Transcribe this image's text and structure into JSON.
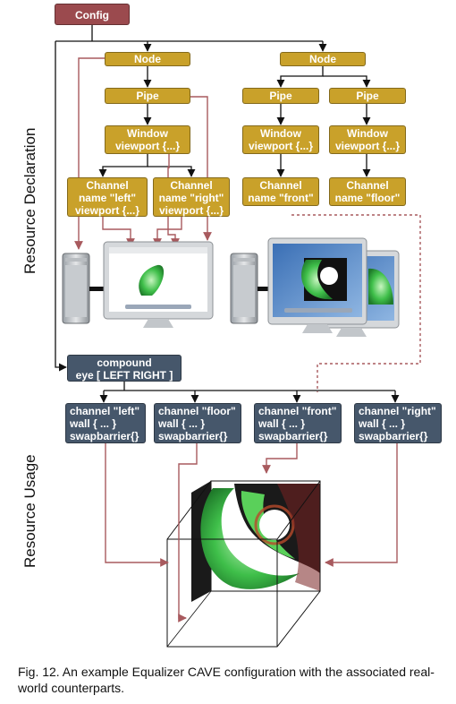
{
  "config": {
    "label": "Config"
  },
  "sections": {
    "declaration": "Resource Declaration",
    "usage": "Resource Usage"
  },
  "nodes": [
    {
      "label": "Node"
    },
    {
      "label": "Node"
    }
  ],
  "pipes": [
    {
      "label": "Pipe"
    },
    {
      "label": "Pipe"
    },
    {
      "label": "Pipe"
    }
  ],
  "windows": [
    {
      "line1": "Window",
      "line2": "viewport {...}"
    },
    {
      "line1": "Window",
      "line2": "viewport {...}"
    },
    {
      "line1": "Window",
      "line2": "viewport {...}"
    }
  ],
  "channels": [
    {
      "line1": "Channel",
      "line2": "name \"left\"",
      "line3": "viewport {...}"
    },
    {
      "line1": "Channel",
      "line2": "name \"right\"",
      "line3": "viewport {...}"
    },
    {
      "line1": "Channel",
      "line2": "name \"front\""
    },
    {
      "line1": "Channel",
      "line2": "name \"floor\""
    }
  ],
  "compound": {
    "line1": "compound",
    "line2": "eye [ LEFT RIGHT ]"
  },
  "usage_channels": [
    {
      "line1": "channel \"left\"",
      "line2": "wall { ... }",
      "line3": "swapbarrier{}"
    },
    {
      "line1": "channel \"floor\"",
      "line2": "wall { ... }",
      "line3": "swapbarrier{}"
    },
    {
      "line1": "channel \"front\"",
      "line2": "wall { ... }",
      "line3": "swapbarrier{}"
    },
    {
      "line1": "channel \"right\"",
      "line2": "wall { ... }",
      "line3": "swapbarrier{}"
    }
  ],
  "caption": "Fig. 12.  An example Equalizer CAVE configuration with the associated real-world counterparts.",
  "colors": {
    "gold": "#c9a12a",
    "slate": "#46576b",
    "maroon": "#9b4a4e",
    "arrow_red": "#a85a5e",
    "line_black": "#111111"
  }
}
